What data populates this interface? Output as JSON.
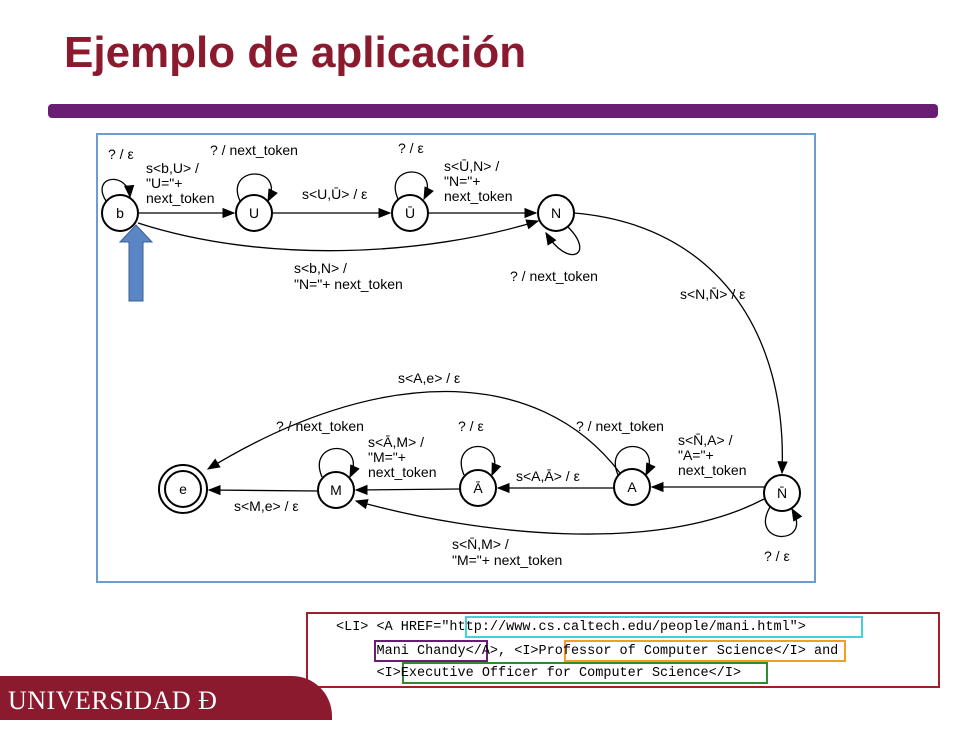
{
  "slide": {
    "title": "Ejemplo de aplicación",
    "footer_logo": "UNIVERSIDAD Ð SEVILLA"
  },
  "diagram": {
    "states": [
      {
        "id": "b",
        "label": "b",
        "accepting": false
      },
      {
        "id": "U",
        "label": "U",
        "accepting": false
      },
      {
        "id": "Ubar",
        "label": "Ū",
        "accepting": false
      },
      {
        "id": "N",
        "label": "N",
        "accepting": false
      },
      {
        "id": "Nbar",
        "label": "N̄",
        "accepting": false
      },
      {
        "id": "A",
        "label": "A",
        "accepting": false
      },
      {
        "id": "Abar",
        "label": "Ā",
        "accepting": false
      },
      {
        "id": "M",
        "label": "M",
        "accepting": false
      },
      {
        "id": "e",
        "label": "e",
        "accepting": true
      }
    ],
    "labels": {
      "b_self": "? / ε",
      "b_to_U_1": "s<b,U> /",
      "b_to_U_2": "\"U=\"+",
      "b_to_U_3": "next_token",
      "U_self": "? / next_token",
      "U_to_Ubar": "s<U,Ū> / ε",
      "Ubar_self": "? / ε",
      "Ubar_to_N_1": "s<Ū,N> /",
      "Ubar_to_N_2": "\"N=\"+",
      "Ubar_to_N_3": "next_token",
      "N_self": "? / next_token",
      "b_to_N_1": "s<b,N> /",
      "b_to_N_2": "\"N=\"+ next_token",
      "N_to_Nbar": "s<N,N̄> / ε",
      "A_to_e": "s<A,e> / ε",
      "M_self": "? / next_token",
      "Abar_self": "? / ε",
      "A_self": "? / next_token",
      "Abar_to_M_1": "s<Ā,M> /",
      "Abar_to_M_2": "\"M=\"+",
      "Abar_to_M_3": "next_token",
      "Nbar_to_A_1": "s<N̄,A> /",
      "Nbar_to_A_2": "\"A=\"+",
      "Nbar_to_A_3": "next_token",
      "A_to_Abar": "s<A,Ā> / ε",
      "M_to_e": "s<M,e> / ε",
      "Nbar_self": "? / ε",
      "Nbar_to_M_1": "s<N̄,M> /",
      "Nbar_to_M_2": "\"M=\"+ next_token"
    }
  },
  "code": {
    "line1": "<LI> <A HREF=\"http://www.cs.caltech.edu/people/mani.html\">",
    "line2": "     Mani Chandy</A>, <I>Professor of Computer Science</I> and",
    "line3": "     <I>Executive Officer for Computer Science</I>"
  },
  "colors": {
    "title": "#8b1a2e",
    "title_bar": "#6a1e73",
    "diagram_border": "#6f9bd3",
    "start_arrow": "#5b86c6",
    "code_border": "#a01f2a",
    "hl_url": "#3fd3d6",
    "hl_name": "#6a1e73",
    "hl_title": "#f0a020",
    "hl_exec": "#2e8b2e"
  }
}
